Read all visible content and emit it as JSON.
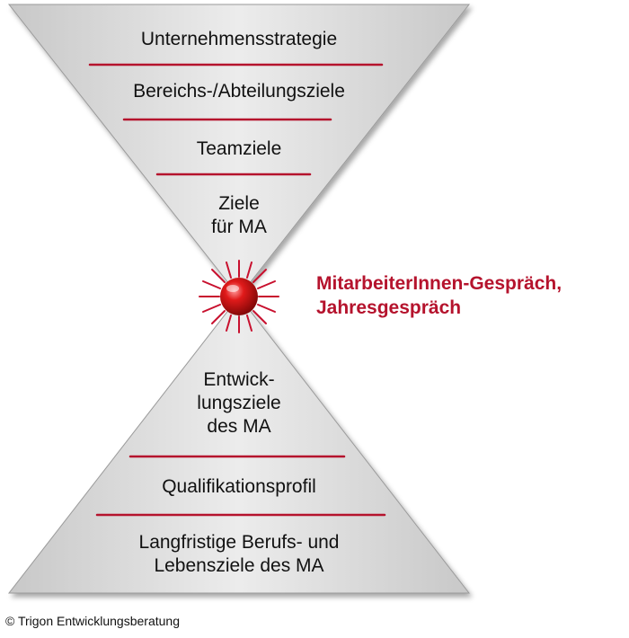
{
  "top_levels": [
    "Unternehmensstrategie",
    "Bereichs-/Abteilungsziele",
    "Teamziele"
  ],
  "top_tip": [
    "Ziele",
    "für MA"
  ],
  "bottom_tip": [
    "Entwick-",
    "lungsziele",
    "des MA"
  ],
  "bottom_levels": [
    "Qualifikationsprofil",
    [
      "Langfristige Berufs- und",
      "Lebensziele des MA"
    ]
  ],
  "callout": [
    "MitarbeiterInnen-Gespräch,",
    "Jahresgespräch"
  ],
  "copyright": "© Trigon Entwicklungsberatung",
  "colors": {
    "accent_red": "#b5132d",
    "triangle_fill": "#d9d9d9",
    "text": "#111111"
  }
}
